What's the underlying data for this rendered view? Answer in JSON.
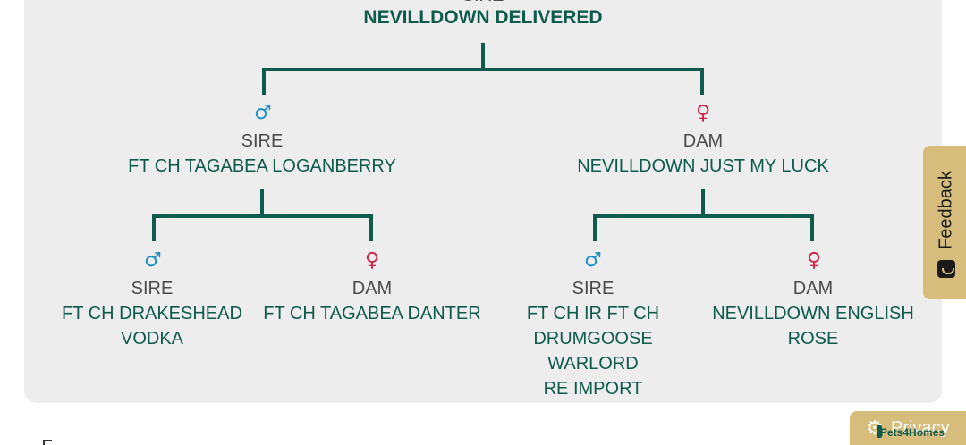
{
  "tree": {
    "root": {
      "role": "SIRE",
      "name": "NEVILLDOWN DELIVERED"
    },
    "sire": {
      "symbol": "♂",
      "role": "SIRE",
      "name": "FT CH TAGABEA LOGANBERRY",
      "sire": {
        "symbol": "♂",
        "role": "SIRE",
        "name_lines": [
          "FT CH DRAKESHEAD",
          "VODKA"
        ]
      },
      "dam": {
        "symbol": "♀",
        "role": "DAM",
        "name_lines": [
          "FT CH TAGABEA DANTER"
        ]
      }
    },
    "dam": {
      "symbol": "♀",
      "role": "DAM",
      "name": "NEVILLDOWN JUST MY LUCK",
      "sire": {
        "symbol": "♂",
        "role": "SIRE",
        "name_lines": [
          "FT CH IR FT CH",
          "DRUMGOOSE WARLORD",
          "RE IMPORT"
        ]
      },
      "dam": {
        "symbol": "♀",
        "role": "DAM",
        "name_lines": [
          "NEVILLDOWN ENGLISH",
          "ROSE"
        ]
      }
    }
  },
  "widgets": {
    "feedback_label": "Feedback",
    "privacy_label": "Privacy",
    "brand": "Pets4Homes"
  },
  "colors": {
    "panel": "#ecedec",
    "name_text": "#0e5a4b",
    "line": "#0e5a4b",
    "male": "#1a8fc4",
    "female": "#d2234a",
    "accent": "#d6bd7c"
  }
}
